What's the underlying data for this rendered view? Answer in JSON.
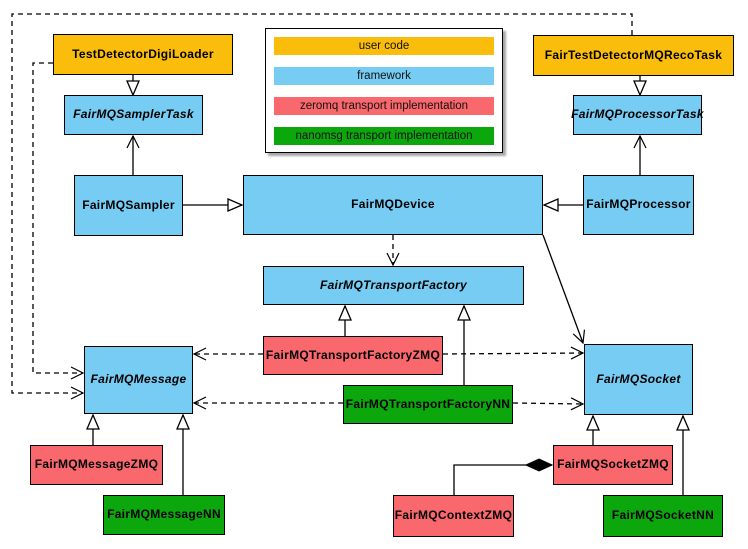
{
  "colors": {
    "user_code": "#FBBD0B",
    "framework": "#76CCF2",
    "zeromq": "#F9686C",
    "nanomsg": "#0CA70C",
    "border": "#000000",
    "background": "#FFFFFF"
  },
  "legend": {
    "items": [
      {
        "label": "user code",
        "color": "#FBBD0B"
      },
      {
        "label": "framework",
        "color": "#76CCF2"
      },
      {
        "label": "zeromq transport implementation",
        "color": "#F9686C"
      },
      {
        "label": "nanomsg transport implementation",
        "color": "#0CA70C"
      }
    ]
  },
  "nodes": {
    "digi_loader": {
      "label": "TestDetectorDigiLoader",
      "category": "user code",
      "abstract": false
    },
    "reco_task": {
      "label": "FairTestDetectorMQRecoTask",
      "category": "user code",
      "abstract": false
    },
    "sampler_task": {
      "label": "FairMQSamplerTask",
      "category": "framework",
      "abstract": true
    },
    "processor_task": {
      "label": "FairMQProcessorTask",
      "category": "framework",
      "abstract": true
    },
    "sampler": {
      "label": "FairMQSampler",
      "category": "framework",
      "abstract": false
    },
    "device": {
      "label": "FairMQDevice",
      "category": "framework",
      "abstract": false
    },
    "processor": {
      "label": "FairMQProcessor",
      "category": "framework",
      "abstract": false
    },
    "transport_factory": {
      "label": "FairMQTransportFactory",
      "category": "framework",
      "abstract": true
    },
    "transport_factory_zmq": {
      "label": "FairMQTransportFactoryZMQ",
      "category": "zeromq transport implementation",
      "abstract": false
    },
    "transport_factory_nn": {
      "label": "FairMQTransportFactoryNN",
      "category": "nanomsg transport implementation",
      "abstract": false
    },
    "message": {
      "label": "FairMQMessage",
      "category": "framework",
      "abstract": true
    },
    "socket": {
      "label": "FairMQSocket",
      "category": "framework",
      "abstract": true
    },
    "message_zmq": {
      "label": "FairMQMessageZMQ",
      "category": "zeromq transport implementation",
      "abstract": false
    },
    "message_nn": {
      "label": "FairMQMessageNN",
      "category": "nanomsg transport implementation",
      "abstract": false
    },
    "socket_zmq": {
      "label": "FairMQSocketZMQ",
      "category": "zeromq transport implementation",
      "abstract": false
    },
    "socket_nn": {
      "label": "FairMQSocketNN",
      "category": "nanomsg transport implementation",
      "abstract": false
    },
    "context_zmq": {
      "label": "FairMQContextZMQ",
      "category": "zeromq transport implementation",
      "abstract": false
    }
  },
  "edges": [
    {
      "from": "TestDetectorDigiLoader",
      "to": "FairMQSamplerTask",
      "type": "inheritance",
      "line": "solid"
    },
    {
      "from": "FairTestDetectorMQRecoTask",
      "to": "FairMQProcessorTask",
      "type": "inheritance",
      "line": "solid"
    },
    {
      "from": "FairMQSampler",
      "to": "FairMQSamplerTask",
      "type": "association",
      "line": "solid"
    },
    {
      "from": "FairMQProcessor",
      "to": "FairMQProcessorTask",
      "type": "association",
      "line": "solid"
    },
    {
      "from": "FairMQSampler",
      "to": "FairMQDevice",
      "type": "inheritance",
      "line": "solid"
    },
    {
      "from": "FairMQProcessor",
      "to": "FairMQDevice",
      "type": "inheritance",
      "line": "solid"
    },
    {
      "from": "FairMQDevice",
      "to": "FairMQTransportFactory",
      "type": "dependency",
      "line": "dashed"
    },
    {
      "from": "FairMQDevice",
      "to": "FairMQSocket",
      "type": "association",
      "line": "solid"
    },
    {
      "from": "FairMQTransportFactoryZMQ",
      "to": "FairMQTransportFactory",
      "type": "inheritance",
      "line": "solid"
    },
    {
      "from": "FairMQTransportFactoryNN",
      "to": "FairMQTransportFactory",
      "type": "inheritance",
      "line": "solid"
    },
    {
      "from": "FairMQTransportFactoryZMQ",
      "to": "FairMQMessage",
      "type": "dependency",
      "line": "dashed"
    },
    {
      "from": "FairMQTransportFactoryZMQ",
      "to": "FairMQSocket",
      "type": "dependency",
      "line": "dashed"
    },
    {
      "from": "FairMQTransportFactoryNN",
      "to": "FairMQMessage",
      "type": "dependency",
      "line": "dashed"
    },
    {
      "from": "FairMQTransportFactoryNN",
      "to": "FairMQSocket",
      "type": "dependency",
      "line": "dashed"
    },
    {
      "from": "TestDetectorDigiLoader",
      "to": "FairMQMessage",
      "type": "dependency",
      "line": "dashed"
    },
    {
      "from": "FairTestDetectorMQRecoTask",
      "to": "FairMQMessage",
      "type": "dependency",
      "line": "dashed"
    },
    {
      "from": "FairMQMessageZMQ",
      "to": "FairMQMessage",
      "type": "inheritance",
      "line": "solid"
    },
    {
      "from": "FairMQMessageNN",
      "to": "FairMQMessage",
      "type": "inheritance",
      "line": "solid"
    },
    {
      "from": "FairMQSocketZMQ",
      "to": "FairMQSocket",
      "type": "inheritance",
      "line": "solid"
    },
    {
      "from": "FairMQSocketNN",
      "to": "FairMQSocket",
      "type": "inheritance",
      "line": "solid"
    },
    {
      "from": "FairMQContextZMQ",
      "to": "FairMQSocketZMQ",
      "type": "composition",
      "line": "solid"
    }
  ]
}
